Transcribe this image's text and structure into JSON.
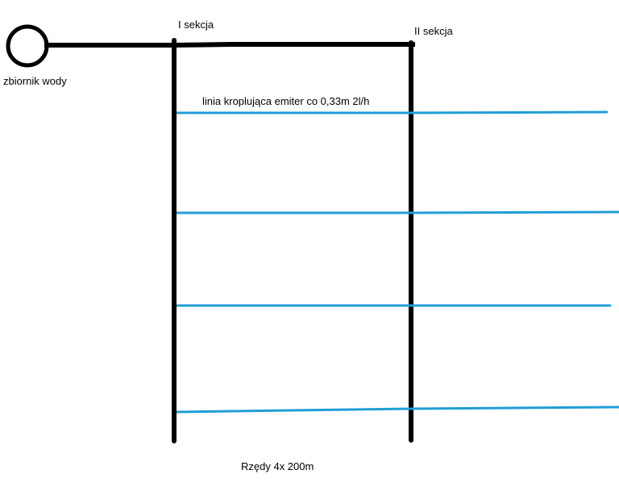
{
  "labels": {
    "tank": "zbiornik wody",
    "section_1": "I sekcja",
    "section_2": "II sekcja",
    "drip_line": "linia kroplująca emiter co 0,33m 2l/h",
    "rows": "Rzędy 4x 200m"
  },
  "colors": {
    "pipe": "#000000",
    "drip_line": "#1f9ed6",
    "background": "#ffffff"
  }
}
